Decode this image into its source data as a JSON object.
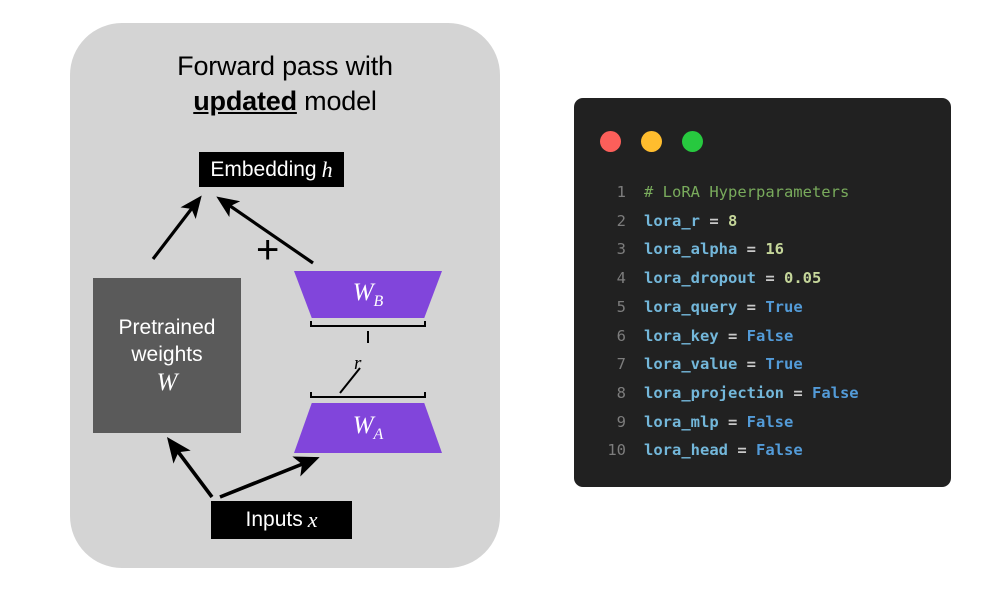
{
  "colors": {
    "page_background": "#ffffff",
    "panel_background": "#d4d4d4",
    "pretrained_box": "#5a5a5a",
    "lora_purple": "#8145db",
    "label_box": "#000000",
    "code_background": "#212121",
    "traffic_red": "#fc5f5a",
    "traffic_amber": "#ffbd2e",
    "traffic_green": "#27c93f",
    "comment_green": "#79ab5c",
    "variable_blue": "#73b7da",
    "boolean_blue": "#539bd8",
    "number_olive": "#c5d69a",
    "operator_gray": "#c9c9c9",
    "line_number_gray": "#7d7d7d"
  },
  "diagram": {
    "title_line1": "Forward pass with",
    "title_updated": "updated",
    "title_line2_rest": " model",
    "embedding_label": "Embedding",
    "embedding_symbol": "h",
    "plus_sign": "+",
    "pretrained_line1": "Pretrained",
    "pretrained_line2": "weights",
    "pretrained_symbol": "W",
    "lora_b_label": "W",
    "lora_b_subscript": "B",
    "lora_a_label": "W",
    "lora_a_subscript": "A",
    "rank_label": "r",
    "inputs_label": "Inputs",
    "inputs_symbol": "x"
  },
  "code_window": {
    "traffic_lights": [
      "close-button",
      "minimize-button",
      "maximize-button"
    ],
    "lines": [
      {
        "number": "1",
        "tokens": [
          {
            "text": "# LoRA Hyperparameters",
            "type": "comment"
          }
        ]
      },
      {
        "number": "2",
        "tokens": [
          {
            "text": "lora_r",
            "type": "var"
          },
          {
            "text": " = ",
            "type": "op"
          },
          {
            "text": "8",
            "type": "num"
          }
        ]
      },
      {
        "number": "3",
        "tokens": [
          {
            "text": "lora_alpha",
            "type": "var"
          },
          {
            "text": " = ",
            "type": "op"
          },
          {
            "text": "16",
            "type": "num"
          }
        ]
      },
      {
        "number": "4",
        "tokens": [
          {
            "text": "lora_dropout",
            "type": "var"
          },
          {
            "text": " = ",
            "type": "op"
          },
          {
            "text": "0.05",
            "type": "num"
          }
        ]
      },
      {
        "number": "5",
        "tokens": [
          {
            "text": "lora_query",
            "type": "var"
          },
          {
            "text": " = ",
            "type": "op"
          },
          {
            "text": "True",
            "type": "bool"
          }
        ]
      },
      {
        "number": "6",
        "tokens": [
          {
            "text": "lora_key",
            "type": "var"
          },
          {
            "text": " = ",
            "type": "op"
          },
          {
            "text": "False",
            "type": "bool"
          }
        ]
      },
      {
        "number": "7",
        "tokens": [
          {
            "text": "lora_value",
            "type": "var"
          },
          {
            "text": " = ",
            "type": "op"
          },
          {
            "text": "True",
            "type": "bool"
          }
        ]
      },
      {
        "number": "8",
        "tokens": [
          {
            "text": "lora_projection",
            "type": "var"
          },
          {
            "text": " = ",
            "type": "op"
          },
          {
            "text": "False",
            "type": "bool"
          }
        ]
      },
      {
        "number": "9",
        "tokens": [
          {
            "text": "lora_mlp",
            "type": "var"
          },
          {
            "text": " = ",
            "type": "op"
          },
          {
            "text": "False",
            "type": "bool"
          }
        ]
      },
      {
        "number": "10",
        "tokens": [
          {
            "text": "lora_head",
            "type": "var"
          },
          {
            "text": " = ",
            "type": "op"
          },
          {
            "text": "False",
            "type": "bool"
          }
        ]
      }
    ]
  }
}
